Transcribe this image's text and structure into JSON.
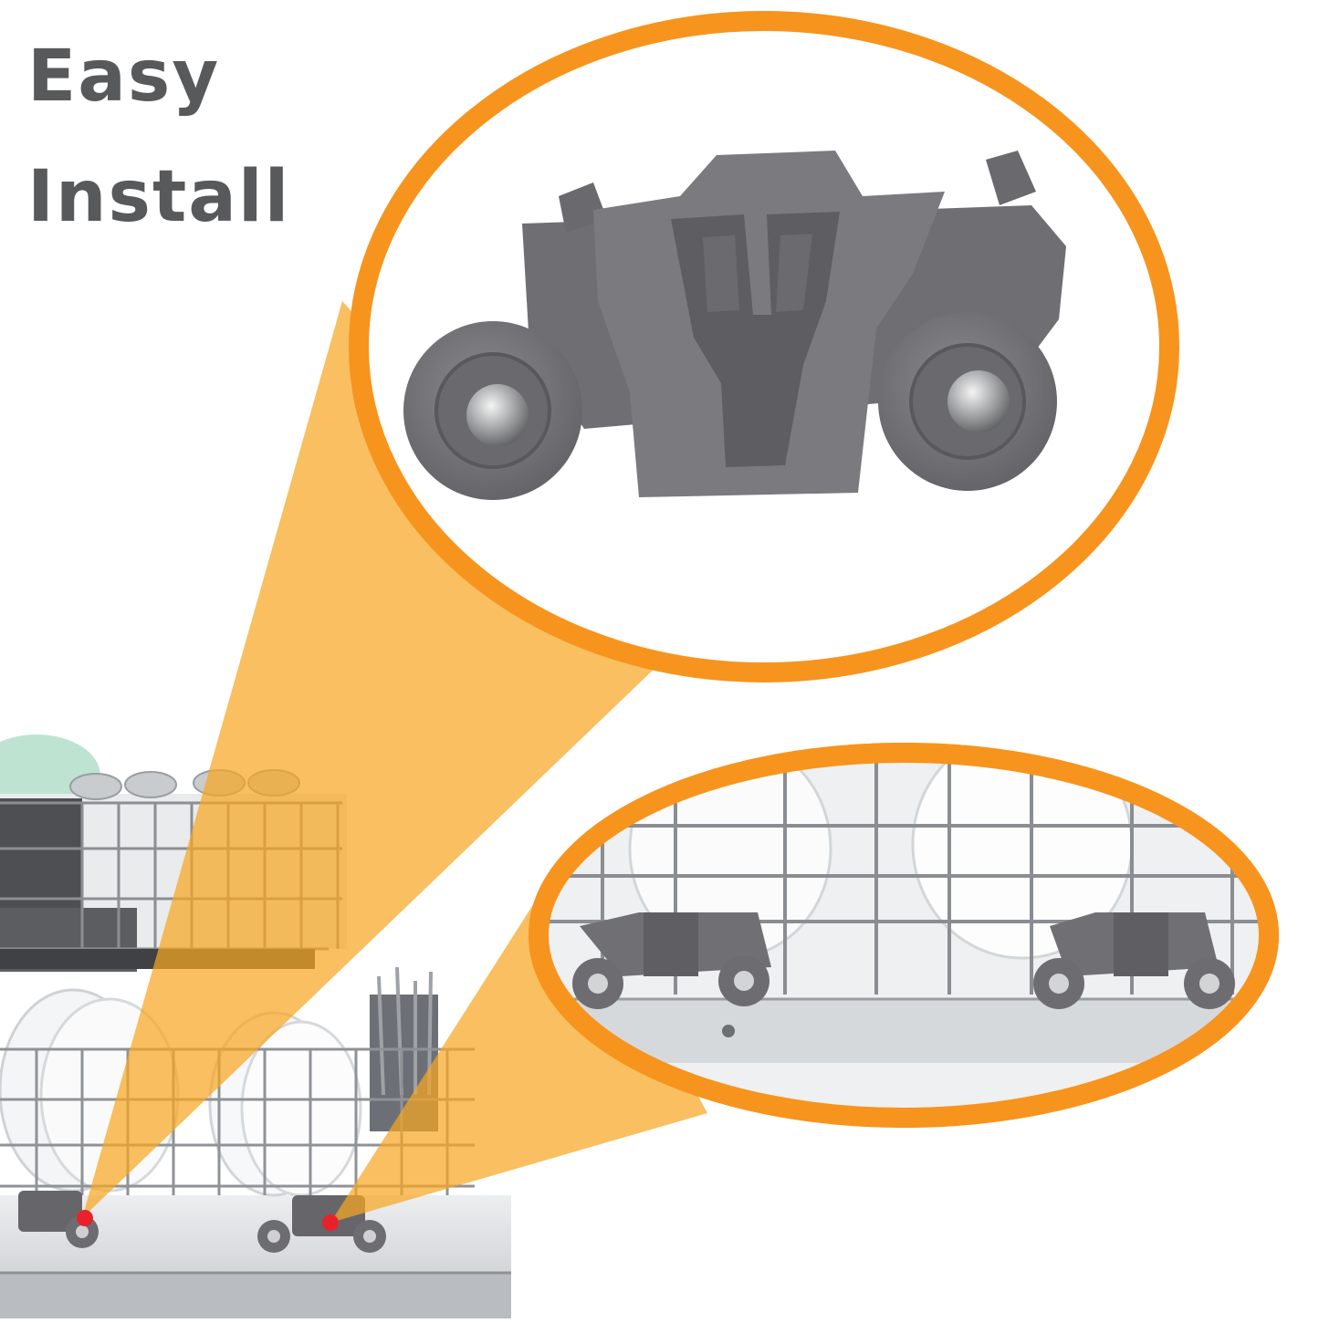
{
  "headline": {
    "line1": "Easy",
    "line2": "Install"
  },
  "colors": {
    "accent_orange": "#F7941D",
    "beam_orange": "#F6B24A",
    "headline_text": "#58595B",
    "part_gray": "#77777B",
    "marker_red": "#E8222A",
    "steel": "#D9DCDF"
  },
  "callouts": [
    {
      "name": "wheel-assembly-closeup",
      "content": "dishwasher-rack-wheel-part"
    },
    {
      "name": "rack-wheels-installed-closeup",
      "content": "lower-rack-with-two-wheel-assemblies"
    }
  ],
  "markers": [
    "left-wheel-location",
    "right-wheel-location"
  ]
}
